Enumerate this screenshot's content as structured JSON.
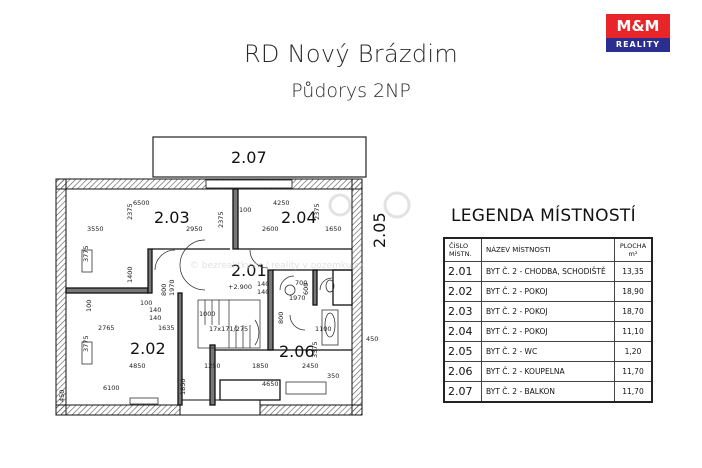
{
  "header": {
    "title": "RD Nový Brázdim",
    "subtitle": "Půdorys 2NP"
  },
  "logo": {
    "top": "M&M",
    "bottom": "REALITY"
  },
  "floorplan": {
    "rooms": {
      "r201": "2.01",
      "r202": "2.02",
      "r203": "2.03",
      "r204": "2.04",
      "r205": "2.05",
      "r206": "2.06",
      "r207": "2.07"
    },
    "dims": {
      "d6500": "6500",
      "d4250": "4250",
      "d3550": "3550",
      "d2950": "2950",
      "d2600": "2600",
      "d1650": "1650",
      "d2375a": "2375",
      "d2375b": "2375",
      "d2375c": "2375",
      "d100a": "100",
      "d100b": "100",
      "d100c": "100",
      "d3775a": "3775",
      "d3775b": "3775",
      "d1400": "1400",
      "d2765": "2765",
      "d1635": "1635",
      "d140a": "140",
      "d140b": "140",
      "d4850": "4850",
      "d6100": "6100",
      "d1000": "1000",
      "d1250": "1250",
      "d1850a": "1850",
      "d1850b": "1850",
      "d2450": "2450",
      "d4650": "4650",
      "d3375": "3375",
      "d1100": "1100",
      "d350": "350",
      "d450a": "450",
      "d450b": "450",
      "d1970a": "1970",
      "d1970b": "1970",
      "d800a": "800",
      "d800b": "800",
      "d600": "600",
      "d700": "700",
      "d2900": "+2.900",
      "stairs": "17x171/275",
      "d140c": "140",
      "d140d": "140"
    },
    "watermark": "© bezrealitky.cz / reality v pozemku.cz"
  },
  "legend": {
    "title": "LEGENDA MÍSTNOSTÍ",
    "headers": {
      "number": "ČÍSLO MÍSTN.",
      "name": "NÁZEV MÍSTNOSTI",
      "area": "PLOCHA m²"
    },
    "rows": [
      {
        "id": "2.01",
        "name": "BYT Č. 2 - CHODBA, SCHODIŠTĚ",
        "area": "13,35"
      },
      {
        "id": "2.02",
        "name": "BYT Č. 2 - POKOJ",
        "area": "18,90"
      },
      {
        "id": "2.03",
        "name": "BYT Č. 2 - POKOJ",
        "area": "18,70"
      },
      {
        "id": "2.04",
        "name": "BYT Č. 2 - POKOJ",
        "area": "11,10"
      },
      {
        "id": "2.05",
        "name": "BYT Č. 2 - WC",
        "area": "1,20"
      },
      {
        "id": "2.06",
        "name": "BYT Č. 2 - KOUPELNA",
        "area": "11,70"
      },
      {
        "id": "2.07",
        "name": "BYT Č. 2 - BALKON",
        "area": "11,70"
      }
    ]
  },
  "colors": {
    "logo_red": "#e8262a",
    "logo_blue": "#2b2e8f",
    "wall": "#111111",
    "hatch": "#555555"
  }
}
